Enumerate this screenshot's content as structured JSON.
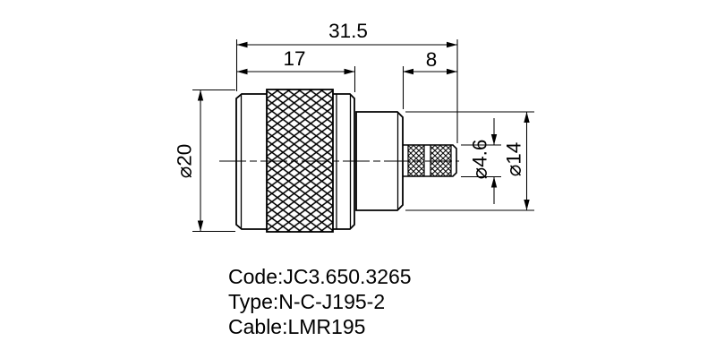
{
  "dimensions": {
    "overall_length": "31.5",
    "body_length": "17",
    "crimp_length": "8",
    "body_diameter": "⌀20",
    "crimp_diameter": "⌀4.6",
    "rear_body_diameter": "⌀14"
  },
  "notes": {
    "code": "Code:JC3.650.3265",
    "type": "Type:N-C-J195-2",
    "cable": "Cable:LMR195"
  },
  "colors": {
    "line": "#000000",
    "background": "#ffffff"
  }
}
